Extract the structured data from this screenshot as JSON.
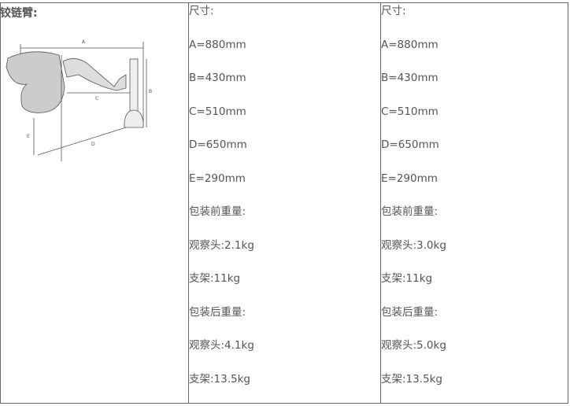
{
  "left_cell": {
    "title": "铰链臂:",
    "diagram_labels": [
      "A",
      "B",
      "C",
      "D",
      "E"
    ]
  },
  "columns": [
    {
      "lines": [
        "尺寸:",
        "A=880mm",
        "B=430mm",
        "C=510mm",
        "D=650mm",
        "E=290mm",
        "包装前重量:",
        "观察头:2.1kg",
        "支架:11kg",
        "包装后重量:",
        "观察头:4.1kg",
        "支架:13.5kg"
      ]
    },
    {
      "lines": [
        "尺寸:",
        "A=880mm",
        "B=430mm",
        "C=510mm",
        "D=650mm",
        "E=290mm",
        "包装前重量:",
        "观察头:3.0kg",
        "支架:11kg",
        "包装后重量:",
        "观察头:5.0kg",
        "支架:13.5kg"
      ]
    }
  ]
}
